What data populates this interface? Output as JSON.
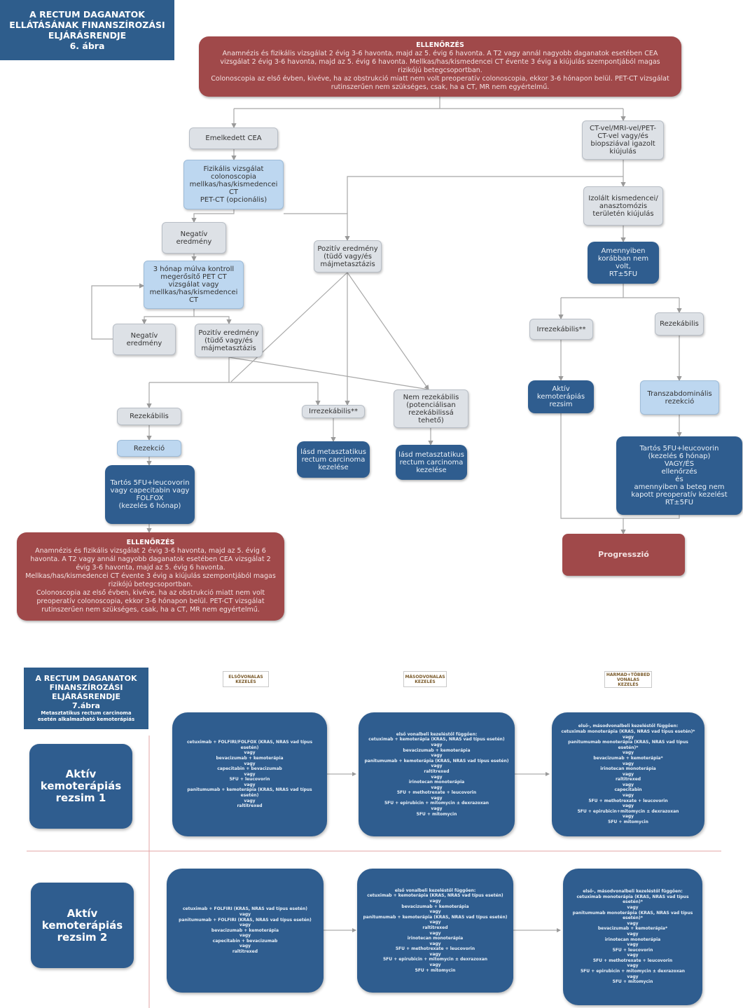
{
  "fig6": {
    "title": "A RECTUM DAGANATOK\nELLÁTÁSÁNAK FINANSZÍROZÁSI\nELJÁRÁSRENDJE\n6. ábra",
    "top_check": {
      "heading": "ELLENŐRZÉS",
      "text": "Anamnézis és fizikális vizsgálat 2 évig 3-6 havonta, majd az 5. évig 6 havonta. A T2 vagy annál nagyobb daganatok esetében CEA vizsgálat 2 évig 3-6 havonta, majd az 5. évig 6 havonta. Mellkas/has/kismedencei CT évente 3 évig a kiújulás szempontjából magas rizikójú betegcsoportban.\nColonoscopia az első évben, kivéve, ha az obstrukció miatt nem volt preoperatív colonoscopia, ekkor 3-6 hónapon belül. PET-CT vizsgálat rutinszerűen nem szükséges, csak, ha a CT, MR nem egyértelmű."
    },
    "nodes": {
      "cea": "Emelkedett CEA",
      "fiz": "Fizikális vizsgálat\ncolonoscopia\nmellkas/has/kismedencei\nCT\nPET-CT (opcionális)",
      "neg1": "Negatív\neredmény",
      "kontroll": "3 hónap múlva kontroll\nmegerősítő PET CT\nvizsgálat vagy\nmellkas/has/kismedencei\nCT",
      "neg2": "Negatív\neredmény",
      "poz_mid": "Pozitív eredmény\n(tüdő vagy/és\nmájmetasztázis",
      "poz_left": "Pozitív eredmény\n(tüdő vagy/és\nmájmetasztázis",
      "ct_mri": "CT-vel/MRI-vel/PET-\nCT-vel vagy/és\nbiopsziával igazolt\nkiújulás",
      "izolalt": "Izolált kismedencei/\nanasztomózis\nterületén kiújulás",
      "amennyiben": "Amennyiben\nkorábban nem\nvolt,\nRT±5FU",
      "irr_right": "Irrezekábilis**",
      "rez_right": "Rezekábilis",
      "aktiv": "Aktív\nkemoterápiás\nrezsim",
      "transz": "Transzabdominális\nrezekció",
      "tartos_right": "Tartós 5FU+leucovorin\n(kezelés 6 hónap)\nVAGY/ÉS\nellenőrzés\nés\namennyiben a beteg nem\nkapott preoperatív kezelést\nRT±5FU",
      "progresszio": "Progresszió",
      "rez_left": "Rezekábilis",
      "rezekcio": "Rezekció",
      "irr_mid": "Irrezekábilis**",
      "nem_rez": "Nem rezekábilis\n(potenciálisan\nrezekábilissá\ntehető)",
      "lasd1": "lásd metasztatikus\nrectum carcinoma\nkezelése",
      "lasd2": "lásd metasztatikus\nrectum carcinoma\nkezelése",
      "tartos_left": "Tartós 5FU+leucovorin\nvagy capecitabin vagy\nFOLFOX\n(kezelés 6 hónap)"
    },
    "bottom_check": {
      "heading": "ELLENŐRZÉS",
      "text": "Anamnézis és fizikális vizsgálat 2 évig 3-6 havonta, majd az 5. évig 6 havonta. A T2 vagy annál nagyobb daganatok esetében CEA vizsgálat 2 évig 3-6 havonta, majd az 5. évig 6 havonta.\nMellkas/has/kismedencei CT évente 3 évig a kiújulás szempontjából magas rizikójú betegcsoportban.\nColonoscopia az első évben, kivéve, ha az obstrukció miatt nem volt preoperatív colonoscopia, ekkor 3-6 hónapon belül. PET-CT vizsgálat rutinszerűen nem szükséges, csak, ha a CT, MR nem egyértelmű."
    }
  },
  "fig7": {
    "title": "A RECTUM DAGANATOK\nFINANSZÍROZÁSI\nELJÁRÁSRENDJE\n7.ábra",
    "subtitle": "Metasztatikus rectum carcinoma\nesetén alkalmazható kemoterápiás",
    "col_headers": [
      "ELSŐVONALAS\nKEZELÉS",
      "MÁSODVONALAS\nKEZELÉS",
      "HARMAD+TÖBBED\nVONALAS\nKEZELÉS"
    ],
    "regimen1_label": "Aktív\nkemoterápiás\nrezsim 1",
    "regimen2_label": "Aktív\nkemoterápiás\nrezsim 2",
    "r1": [
      "cetuximab + FOLFIRI/FOLFOX (KRAS, NRAS vad típus esetén)\nvagy\nbevacizumab + kemoterápia\nvagy\ncapecitabin + bevacizumab\nvagy\n5FU + leucovorin\nvagy\npanitumumab + kemoterápia (KRAS, NRAS vad típus esetén)\nvagy\nraltitrexed",
      "első vonalbeli kezeléstől függően:\ncetuximab + kemoterápia (KRAS, NRAS vad típus esetén)\nvagy\nbevacizumab + kemoterápia\nvagy\npanitumumab + kemoterápia (KRAS, NRAS vad típus esetén)\nvagy\nraltitrexed\nvagy\nirinotecan monoterápia\nvagy\n5FU + methotrexate + leucovorin\nvagy\n5FU + epirubicin + mitomycin ± dexrazoxan\nvagy\n5FU + mitomycin",
      "első-, másodvonalbeli kezeléstől függően:\ncetuximab monoterápia (KRAS, NRAS vad típus esetén)*\nvagy\npanitumumab monoterápia (KRAS, NRAS vad típus esetén)*\nvagy\nbevacizumab + kemoterápia*\nvagy\nirinotecan monoterápia\nvagy\nraltitrexed\nvagy\ncapecitabin\nvagy\n5FU + methotrexate + leucovorin\nvagy\n5FU + epirubicin+mitomycin ± dexrazoxan\nvagy\n5FU + mitomycin"
    ],
    "r2": [
      "cetuximab + FOLFIRI (KRAS, NRAS vad típus esetén)\nvagy\npanitumumab + FOLFIRI (KRAS, NRAS vad típus esetén)\nvagy\nbevacizumab + kemoterápia\nvagy\ncapecitabin + bevacizumab\nvagy\nraltitrexed",
      "első vonalbeli kezeléstől függően:\ncetuximab + kemoterápia (KRAS, NRAS vad típus esetén)\nvagy\nbevacizumab + kemoterápia\nvagy\npanitumumab + kemoterápia (KRAS, NRAS vad típus esetén)\nvagy\nraltitrexed\nvagy\nirinotecan monoterápia\nvagy\n5FU + methotrexate + leucovorin\nvagy\n5FU + epirubicin + mitomycin ± dexrazoxan\nvagy\n5FU + mitomycin",
      "első-, másodvonalbeli kezeléstől függően:\ncetuximab monoterápia (KRAS, NRAS vad típus esetén)*\nvagy\npanitumumab monoterápia (KRAS, NRAS vad típus esetén)*\nvagy\nbevacizumab + kemoterápia*\nvagy\nirinotecan monoterápia\nvagy\n5FU + leucovorin\nvagy\n5FU + methotrexate + leucovorin\nvagy\n5FU + epirubicin + mitomycin ± dexrazoxan\nvagy\n5FU + mitomycin"
    ]
  }
}
